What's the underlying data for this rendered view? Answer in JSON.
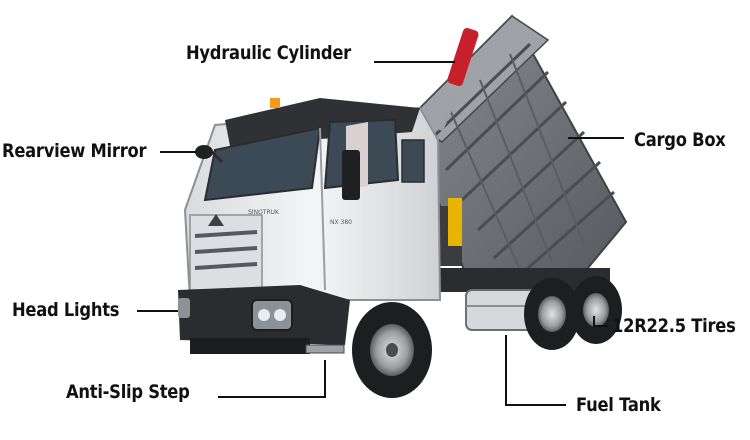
{
  "labels": {
    "hydraulic_cylinder": "Hydraulic Cylinder",
    "rearview_mirror": "Rearview Mirror",
    "cargo_box": "Cargo Box",
    "head_lights": "Head Lights",
    "tires": "12R22.5 Tires",
    "anti_slip_step": "Anti-Slip Step",
    "fuel_tank": "Fuel Tank"
  },
  "truck": {
    "grille_badge": "SINOTRUK",
    "door_model": "NX 380"
  },
  "colors": {
    "cab": "#e9eaec",
    "chassis": "#2b2c2f",
    "cargo_box": "#6e7176",
    "cylinder": "#c8202a",
    "label_text": "#111111"
  }
}
